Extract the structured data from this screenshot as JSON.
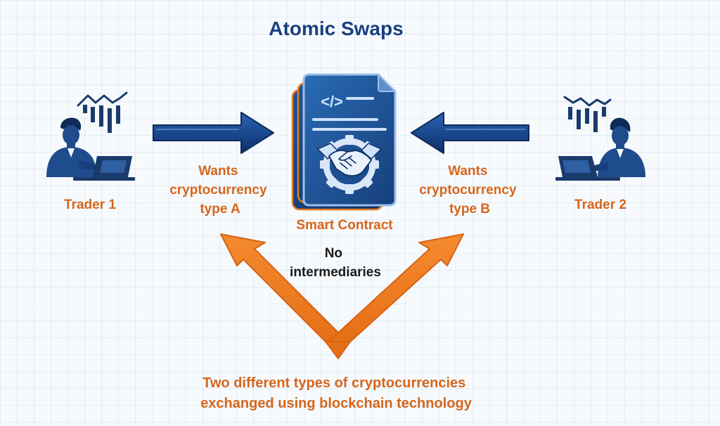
{
  "title": "Atomic Swaps",
  "trader_left": {
    "label": "Trader 1"
  },
  "trader_right": {
    "label": "Trader 2"
  },
  "want_left": {
    "lines": [
      "Wants",
      "cryptocurrency",
      "type A"
    ]
  },
  "want_right": {
    "lines": [
      "Wants",
      "cryptocurrency",
      "type B"
    ]
  },
  "contract": {
    "label": "Smart Contract",
    "code_symbol": "</>"
  },
  "middle_note": {
    "lines": [
      "No",
      "intermediaries"
    ]
  },
  "footer": {
    "lines": [
      "Two different types of cryptocurrencies",
      "exchanged using blockchain technology"
    ]
  },
  "colors": {
    "title": "#1a3f80",
    "navy": "#16386e",
    "orange_text": "#d6651b",
    "orange_arrow": "#f07f25",
    "note_text": "#1b1b1b",
    "contract_fill": "#1f4f8c",
    "contract_border": "#e67b26"
  },
  "icons": [
    "trader-icon",
    "stock-chart-icon",
    "laptop-icon",
    "smart-contract-icon",
    "code-icon",
    "gear-icon",
    "handshake-icon"
  ]
}
